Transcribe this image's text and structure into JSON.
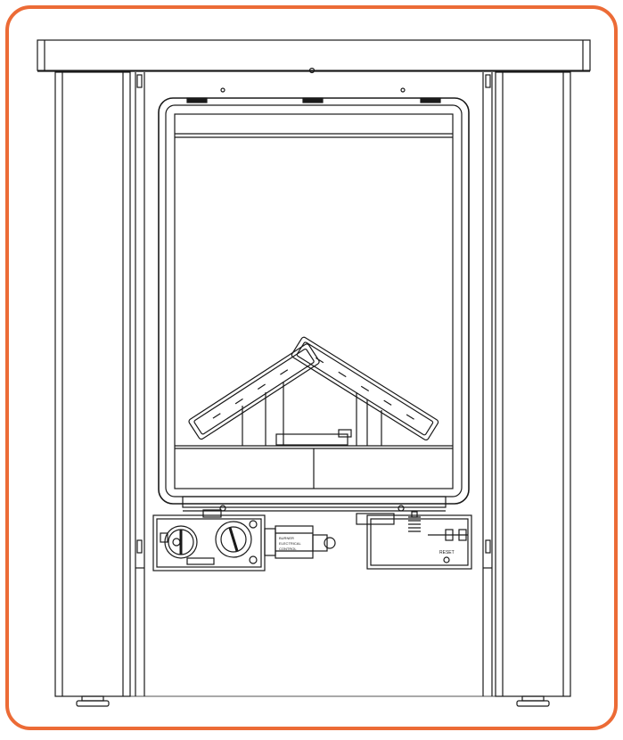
{
  "border_color": "#ec6b36",
  "line_color": "#1a1a1a",
  "labels": {
    "control_box": "RESET",
    "module_line1": "BURNER",
    "module_line2": "ELECTRICAL",
    "module_line3": "CONTROL"
  },
  "icons": [
    "gas-valve-knob-icon",
    "ignitor-knob-icon",
    "spring-icon",
    "reset-button-icon"
  ]
}
